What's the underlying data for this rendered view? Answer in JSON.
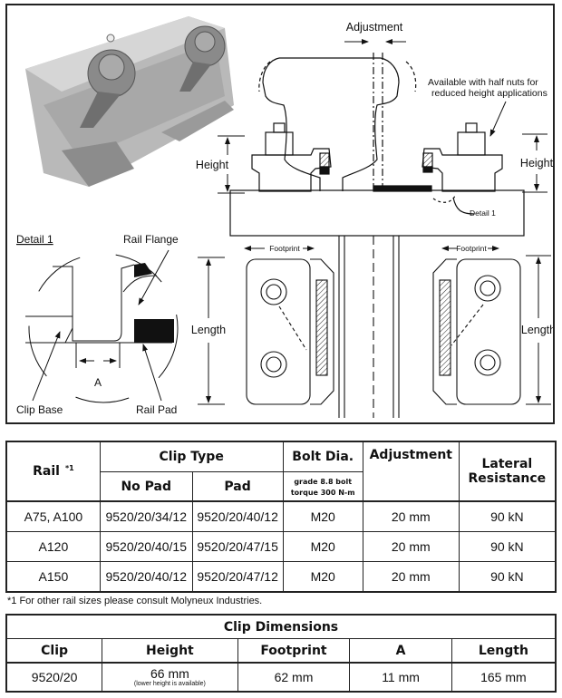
{
  "diagram": {
    "adjustment_label": "Adjustment",
    "height_label_left": "Height",
    "height_label_right": "Height",
    "half_nuts_note_line1": "Available with half nuts for",
    "half_nuts_note_line2": "reduced height applications",
    "detail_callout": "Detail 1",
    "footprint_left": "Footprint",
    "footprint_right": "Footprint",
    "length_left": "Length",
    "length_right": "Length",
    "detail": {
      "title": "Detail 1",
      "rail_flange": "Rail Flange",
      "clip_base": "Clip Base",
      "rail_pad": "Rail Pad",
      "a_label": "A"
    }
  },
  "spec_table": {
    "headers": {
      "rail": "Rail",
      "rail_footnote": "*1",
      "clip_type": "Clip Type",
      "no_pad": "No Pad",
      "pad": "Pad",
      "bolt_dia": "Bolt Dia.",
      "bolt_note_1": "grade 8.8 bolt",
      "bolt_note_2": "torque 300 N-m",
      "adjustment": "Adjustment",
      "lateral_1": "Lateral",
      "lateral_2": "Resistance"
    },
    "rows": [
      {
        "rail": "A75, A100",
        "no_pad": "9520/20/34/12",
        "pad": "9520/20/40/12",
        "bolt": "M20",
        "adjustment": "20 mm",
        "lateral": "90 kN"
      },
      {
        "rail": "A120",
        "no_pad": "9520/20/40/15",
        "pad": "9520/20/47/15",
        "bolt": "M20",
        "adjustment": "20 mm",
        "lateral": "90 kN"
      },
      {
        "rail": "A150",
        "no_pad": "9520/20/40/12",
        "pad": "9520/20/47/12",
        "bolt": "M20",
        "adjustment": "20 mm",
        "lateral": "90 kN"
      }
    ]
  },
  "footnote": "*1  For other rail sizes please consult Molyneux Industries.",
  "dims_table": {
    "title": "Clip Dimensions",
    "headers": [
      "Clip",
      "Height",
      "Footprint",
      "A",
      "Length"
    ],
    "row": {
      "clip": "9520/20",
      "height": "66 mm",
      "height_note": "(lower height is available)",
      "footprint": "62 mm",
      "a": "11 mm",
      "length": "165 mm"
    }
  }
}
